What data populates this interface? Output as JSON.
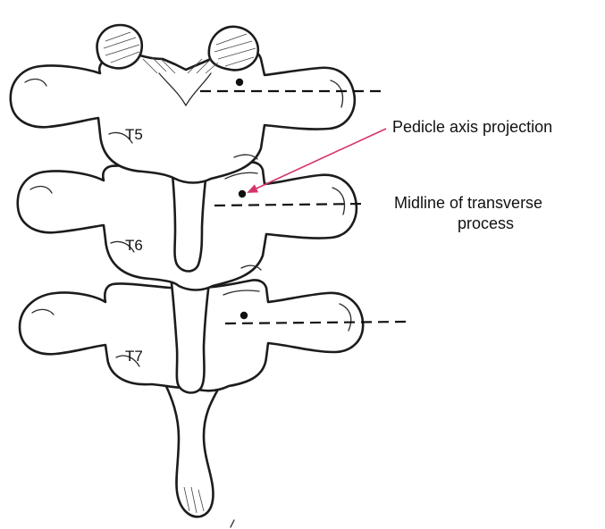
{
  "vertebrae": [
    {
      "label": "T5"
    },
    {
      "label": "T6"
    },
    {
      "label": "T7"
    }
  ],
  "annotations": {
    "pedicle_axis": "Pedicle axis projection",
    "midline_line1": "Midline of transverse",
    "midline_line2": "process"
  },
  "colors": {
    "arrow": "#d6336c",
    "ink": "#1c1c1c"
  }
}
